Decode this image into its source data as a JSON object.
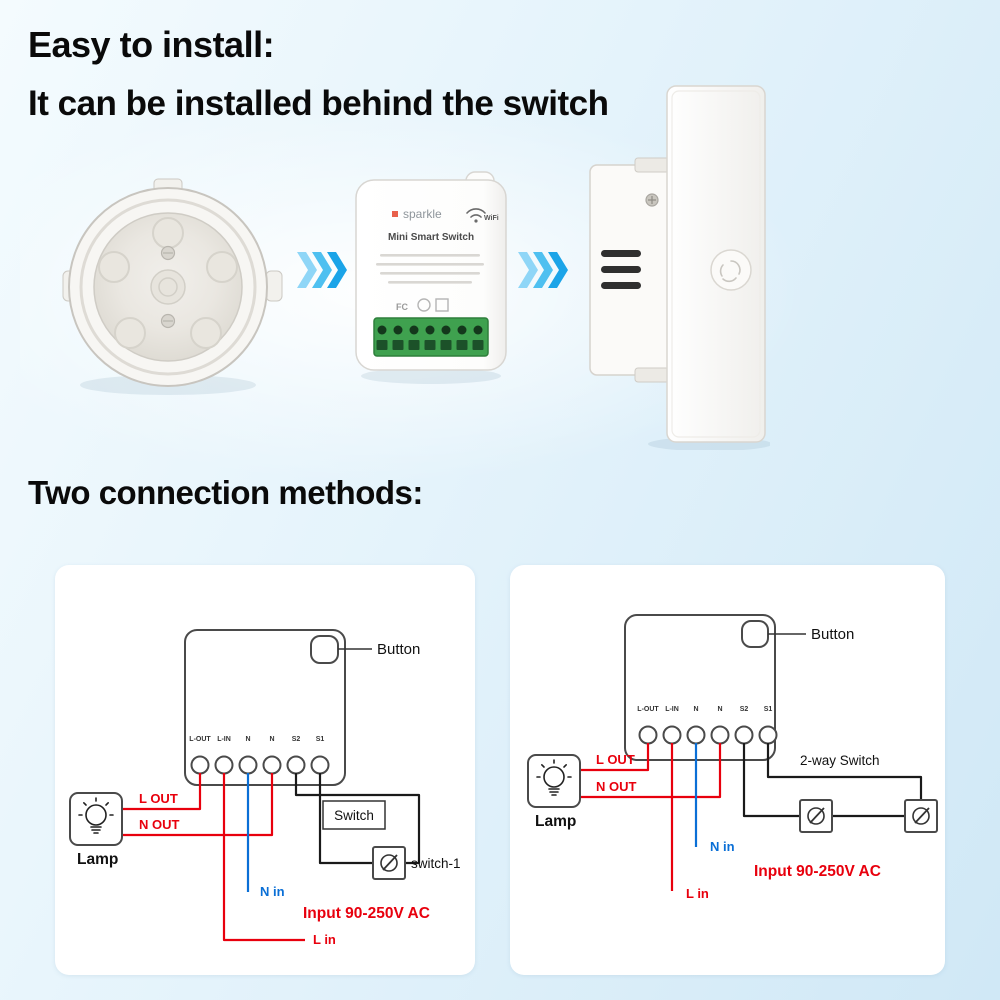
{
  "colors": {
    "background_blue": "#d0e8f6",
    "accent_arrow_blue": "#1ba4e8",
    "wire_red": "#e8000d",
    "wire_blue": "#0a6fd6",
    "wire_black": "#1a1a1a",
    "terminal_green": "#3fa14f"
  },
  "headings": {
    "title1": "Easy to install:",
    "title2": "It can be installed behind the switch",
    "title3": "Two connection methods:"
  },
  "hero": {
    "module": {
      "logo": "sparkle",
      "wifi": "WiFi",
      "name": "Mini Smart Switch",
      "cert": "FC"
    }
  },
  "diagram_left": {
    "button": "Button",
    "terminals": [
      "L-OUT",
      "L-IN",
      "N",
      "N",
      "S2",
      "S1"
    ],
    "l_out": "L OUT",
    "n_out": "N OUT",
    "lamp": "Lamp",
    "switch_box": "Switch",
    "switch_name": "switch-1",
    "n_in": "N in",
    "input": "Input 90-250V AC",
    "l_in": "L in"
  },
  "diagram_right": {
    "button": "Button",
    "terminals": [
      "L-OUT",
      "L-IN",
      "N",
      "N",
      "S2",
      "S1"
    ],
    "l_out": "L OUT",
    "n_out": "N OUT",
    "lamp": "Lamp",
    "two_way": "2-way Switch",
    "n_in": "N in",
    "input": "Input 90-250V AC",
    "l_in": "L in"
  }
}
